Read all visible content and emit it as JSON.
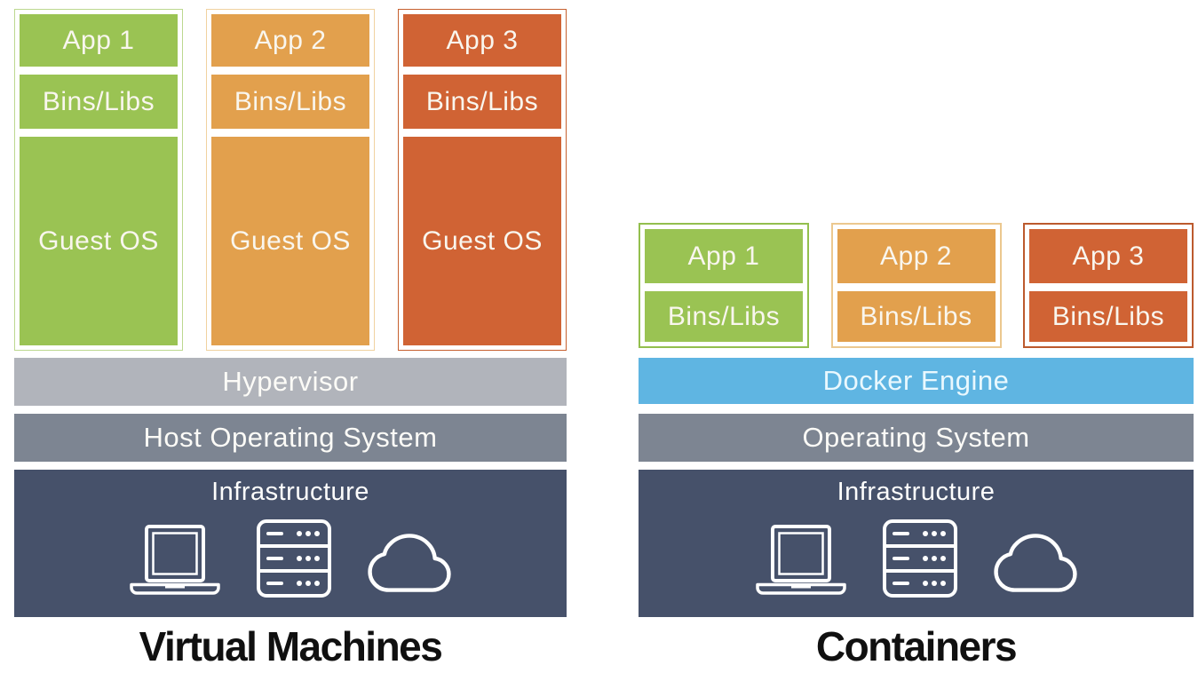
{
  "colors": {
    "app_green": "#9ac353",
    "app_orange": "#e2a04d",
    "app_red": "#d06334",
    "docker_blue": "#5fb5e2",
    "hypervisor_gray": "#b1b4bb",
    "os_gray": "#7d8592",
    "infrastructure_navy": "#46516a",
    "block_text": "#f9f6ee",
    "title_text": "#101010",
    "background": "#ffffff"
  },
  "vm": {
    "title": "Virtual Machines",
    "columns": [
      {
        "app_label": "App 1",
        "bins_label": "Bins/Libs",
        "guest_label": "Guest OS",
        "color": "#9ac353"
      },
      {
        "app_label": "App 2",
        "bins_label": "Bins/Libs",
        "guest_label": "Guest OS",
        "color": "#e2a04d"
      },
      {
        "app_label": "App 3",
        "bins_label": "Bins/Libs",
        "guest_label": "Guest OS",
        "color": "#d06334"
      }
    ],
    "hypervisor_label": "Hypervisor",
    "host_os_label": "Host Operating System",
    "infrastructure_label": "Infrastructure",
    "infrastructure_icons": [
      "laptop-icon",
      "server-icon",
      "cloud-icon"
    ]
  },
  "containers": {
    "title": "Containers",
    "columns": [
      {
        "app_label": "App 1",
        "bins_label": "Bins/Libs",
        "color": "#9ac353"
      },
      {
        "app_label": "App 2",
        "bins_label": "Bins/Libs",
        "color": "#e2a04d"
      },
      {
        "app_label": "App 3",
        "bins_label": "Bins/Libs",
        "color": "#d06334"
      }
    ],
    "docker_engine_label": "Docker Engine",
    "os_label": "Operating System",
    "infrastructure_label": "Infrastructure",
    "infrastructure_icons": [
      "laptop-icon",
      "server-icon",
      "cloud-icon"
    ]
  }
}
